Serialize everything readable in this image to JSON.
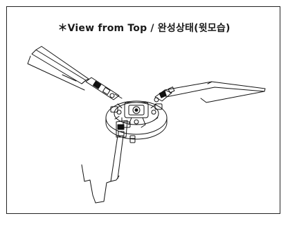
{
  "caption": {
    "title": "＊View from Top / 완성상태(윗모습)"
  },
  "illustration": {
    "subject": "three-blade rotor hub assembly",
    "blade_count": 3,
    "style": "black line drawing on white"
  }
}
